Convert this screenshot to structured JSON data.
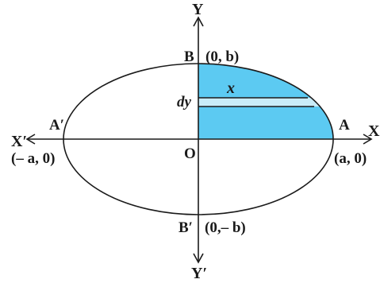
{
  "labels": {
    "y_axis": "Y",
    "y_axis_neg": "Y′",
    "x_axis": "X",
    "x_axis_neg": "X′",
    "origin": "O",
    "point_a": "A",
    "point_a_neg": "A′",
    "point_b": "B",
    "point_b_neg": "B′",
    "coord_b": "(0, b)",
    "coord_b_neg": "(0,– b)",
    "coord_a": "(a, 0)",
    "coord_a_neg": "(– a, 0)",
    "strip_width": "x",
    "strip_height": "dy"
  },
  "colors": {
    "region_fill": "#5ccaf2",
    "strip_fill": "#c9ecf8",
    "stroke": "#1a1a1a"
  }
}
